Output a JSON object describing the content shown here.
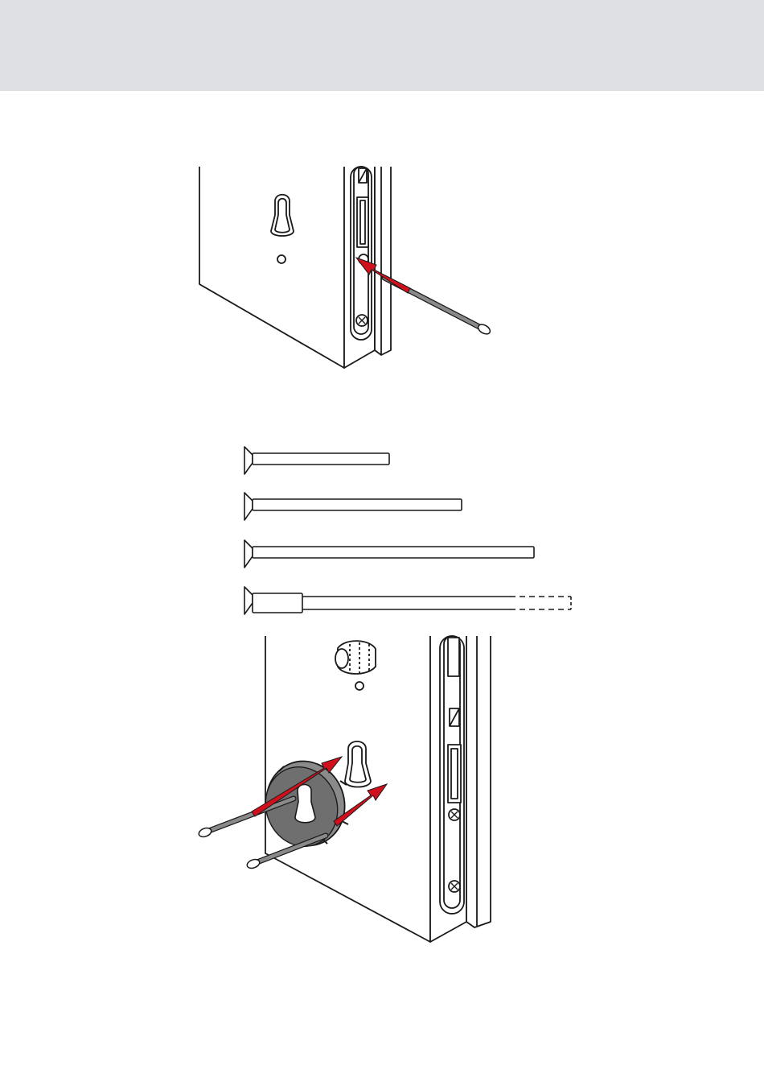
{
  "page": {
    "header_band_color": "#dfe0e4",
    "accent_color": "#d0101c",
    "line_color": "#1a1a1a",
    "metal_color": "#8a8a8a"
  },
  "figures": [
    {
      "id": "fig1",
      "name": "screw-into-lock-faceplate-illustration"
    },
    {
      "id": "fig2",
      "name": "screw-length-options-illustration",
      "screw_count": 4
    },
    {
      "id": "fig3",
      "name": "rosette-mounting-illustration"
    }
  ],
  "icons": {
    "arrow": "red-arrow-icon",
    "screw": "screw-icon",
    "cylinder": "cylinder-icon",
    "rosette": "rosette-ring-icon"
  }
}
